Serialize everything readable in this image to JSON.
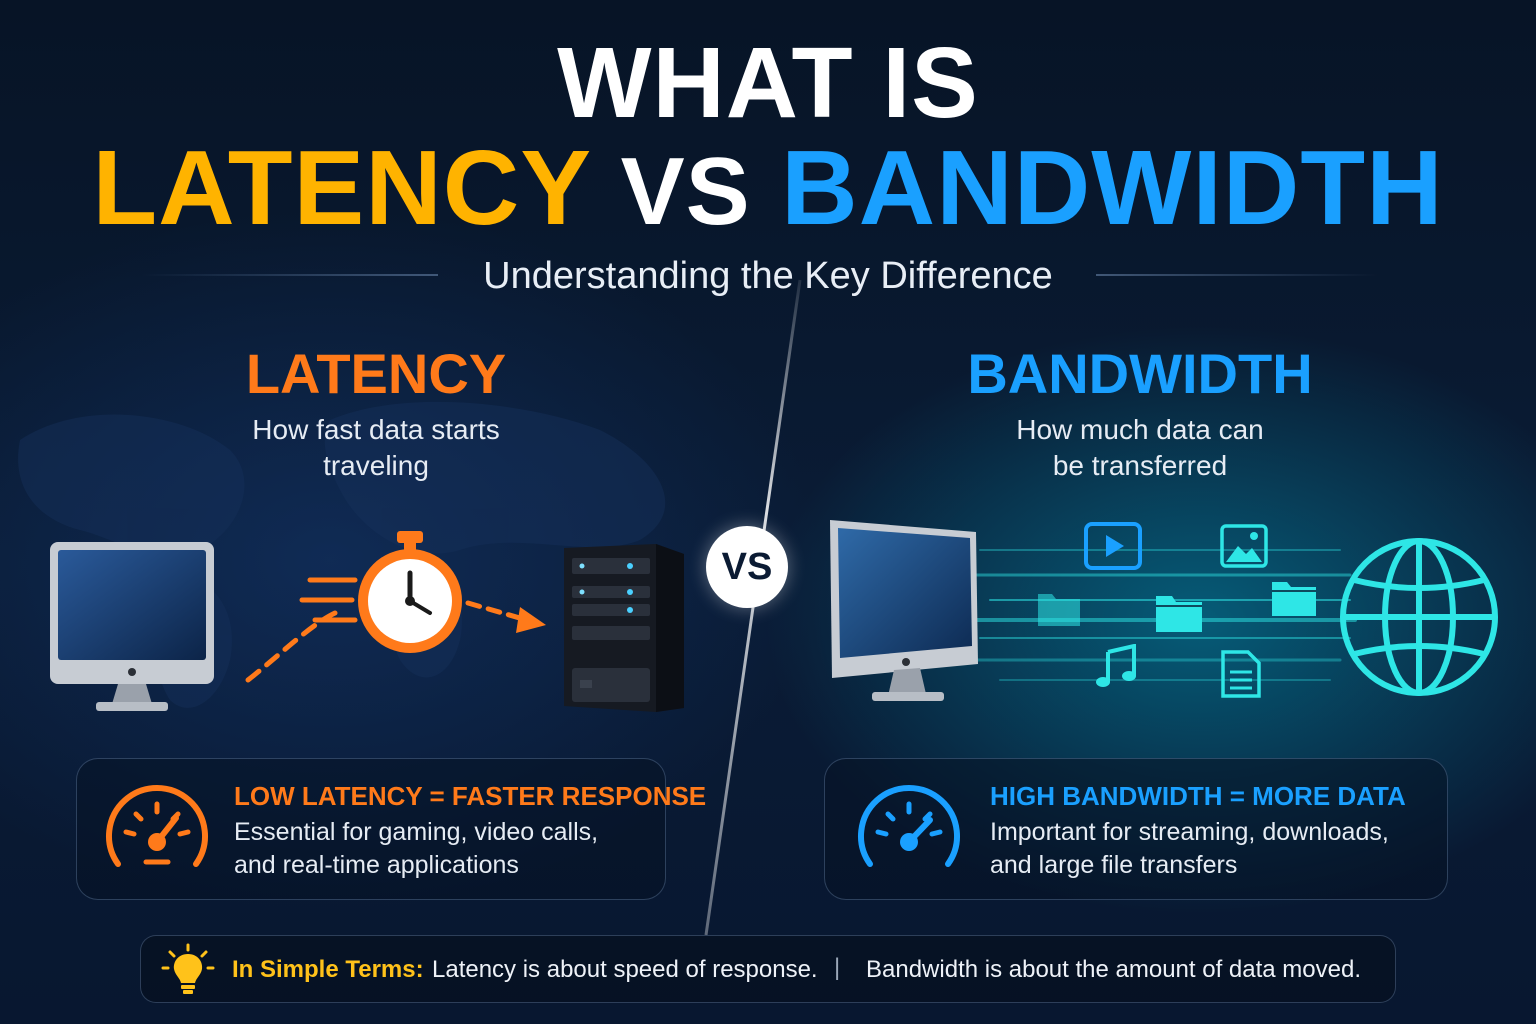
{
  "header": {
    "title_line1": "WHAT IS",
    "title_latency": "LATENCY",
    "title_vs": "VS",
    "title_bandwidth": "BANDWIDTH",
    "subtitle": "Understanding the Key Difference"
  },
  "latency": {
    "title": "LATENCY",
    "desc_line1": "How fast data starts",
    "desc_line2": "traveling",
    "card_heading": "LOW LATENCY = FASTER RESPONSE",
    "card_line1": "Essential for gaming, video calls,",
    "card_line2": "and real-time applications",
    "icons": [
      "monitor-icon",
      "stopwatch-icon",
      "server-icon",
      "speedometer-icon"
    ],
    "accent_color": "#ff7a1a"
  },
  "vs_badge": "VS",
  "bandwidth": {
    "title": "BANDWIDTH",
    "desc_line1": "How much data can",
    "desc_line2": "be transferred",
    "card_heading": "HIGH BANDWIDTH = MORE DATA",
    "card_line1": "Important for streaming, downloads,",
    "card_line2": "and large file transfers",
    "icons": [
      "monitor-icon",
      "play-icon",
      "image-icon",
      "folder-icon",
      "music-icon",
      "document-icon",
      "globe-icon",
      "speedometer-icon"
    ],
    "accent_color": "#1aa0ff"
  },
  "summary": {
    "label": "In Simple Terms:",
    "latency_text": "Latency is about speed of response.",
    "separator": "|",
    "bandwidth_text": "Bandwidth is about the amount of data moved.",
    "icon": "lightbulb-icon"
  },
  "colors": {
    "background": "#071426",
    "latency_yellow": "#ffb300",
    "latency_orange": "#ff7a1a",
    "bandwidth_blue": "#1aa0ff",
    "bandwidth_cyan": "#2ee6e6"
  }
}
